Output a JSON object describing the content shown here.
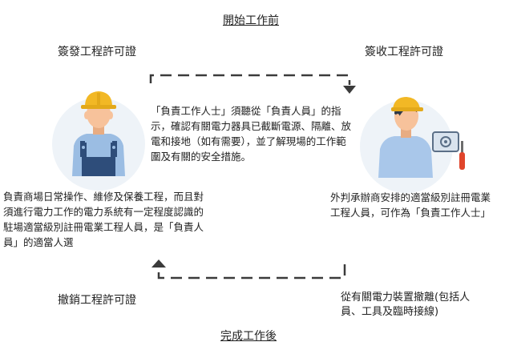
{
  "top_heading": "開始工作前",
  "bottom_heading": "完成工作後",
  "label_issue": "簽發工程許可證",
  "label_receive": "簽收工程許可證",
  "label_revoke": "撤銷工程許可證",
  "label_isolate": "從有關電力裝置撤離(包括人員、工具及臨時接線)",
  "center_text": "「負責工作人士」須聽從「負責人員」的指示，確認有關電力器具已截斷電源、隔離、放電和接地（如有需要），並了解現場的工作範圍及有關的安全措施。",
  "left_text": "負責商場日常操作、維修及保養工程，而且對須進行電力工作的電力系統有一定程度認識的駐場適當級別註冊電業工程人員，是「負責人員」的適當人選",
  "right_text": "外判承辦商安排的適當級別註冊電業工程人員，可作為「負責工作人士」",
  "colors": {
    "helmet": "#f2b825",
    "skin": "#f7c29b",
    "shirt_left": "#9bbde3",
    "overall": "#2e4d7a",
    "shirt_right": "#a9c7ea",
    "hair": "#2f3a48",
    "bg_circle": "#eef3f8",
    "arrow": "#3b3b3b"
  }
}
